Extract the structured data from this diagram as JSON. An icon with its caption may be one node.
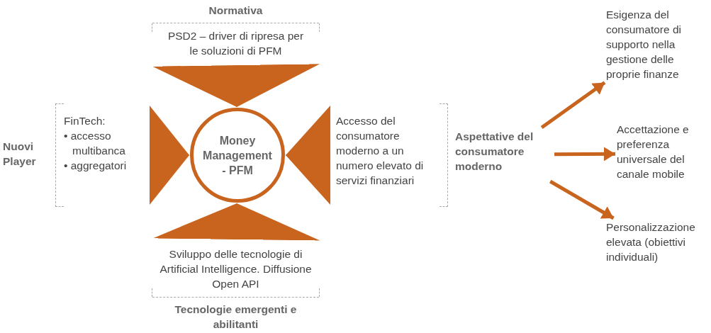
{
  "diagram": {
    "nodes": [
      {
        "text": [
          "Money Management - PFM"
        ]
      },
      {
        "text": [
          "Normativa",
          "PSD2 – driver di ripresa per le soluzioni di PFM"
        ]
      },
      {
        "text": [
          "Nuovi Player",
          "FinTech:",
          "• accesso multibanca",
          "• aggregatori"
        ]
      },
      {
        "text": [
          "Accesso del consumatore moderno a un numero elevato di servizi finanziari",
          "Aspettative del consumatore moderno"
        ]
      },
      {
        "text": [
          "Sviluppo delle tecnologie di Artificial Intelligence. Diffusione Open API",
          "Tecnologie emergenti e abilitanti"
        ]
      },
      {
        "text": [
          "Esigenza del consumatore di supporto nella gestione delle proprie finanze"
        ]
      },
      {
        "text": [
          "Accettazione e preferenza universale del canale mobile"
        ]
      },
      {
        "text": [
          "Personalizzazione elevata (obiettivi individuali)"
        ]
      }
    ],
    "edges": [
      {
        "from": 1,
        "to": 0,
        "arrow": "to"
      },
      {
        "from": 2,
        "to": 0,
        "arrow": "to"
      },
      {
        "from": 3,
        "to": 0,
        "arrow": "to"
      },
      {
        "from": 4,
        "to": 0,
        "arrow": "to"
      },
      {
        "from": 3,
        "to": 5,
        "arrow": "to",
        "style": "thick"
      },
      {
        "from": 3,
        "to": 6,
        "arrow": "to",
        "style": "thick"
      },
      {
        "from": 3,
        "to": 7,
        "arrow": "to",
        "style": "thick"
      }
    ]
  }
}
